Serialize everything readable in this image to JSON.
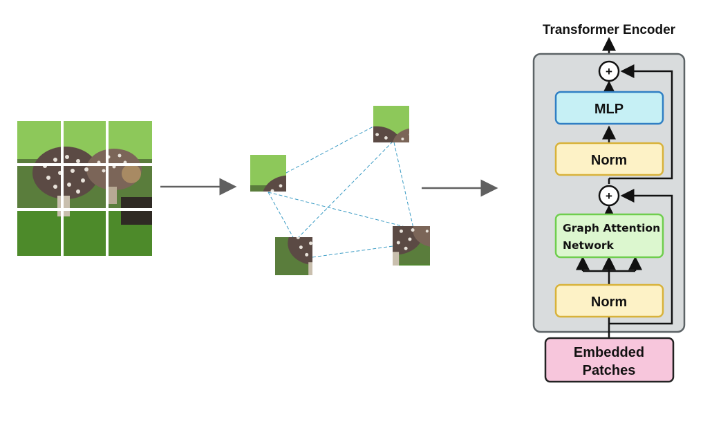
{
  "encoder": {
    "title": "Transformer Encoder",
    "mlp_label": "MLP",
    "norm_top_label": "Norm",
    "gat_label_line1": "Graph Attention",
    "gat_label_line2": "Network",
    "norm_bottom_label": "Norm",
    "embedded_line1": "Embedded",
    "embedded_line2": "Patches",
    "add_symbol": "+"
  },
  "colors": {
    "encoder_bg": "#d9dcdd",
    "encoder_border": "#5c6366",
    "mlp_fill": "#c6f0f5",
    "mlp_border": "#2f7fc4",
    "norm_fill": "#fdf2c6",
    "norm_border": "#d8b23a",
    "gat_fill": "#dcf7cf",
    "gat_border": "#6fce4e",
    "embedded_fill": "#f7c6dc",
    "embedded_border": "#222222",
    "graph_edge": "#3a9bc4",
    "flow_arrow": "#606060"
  }
}
